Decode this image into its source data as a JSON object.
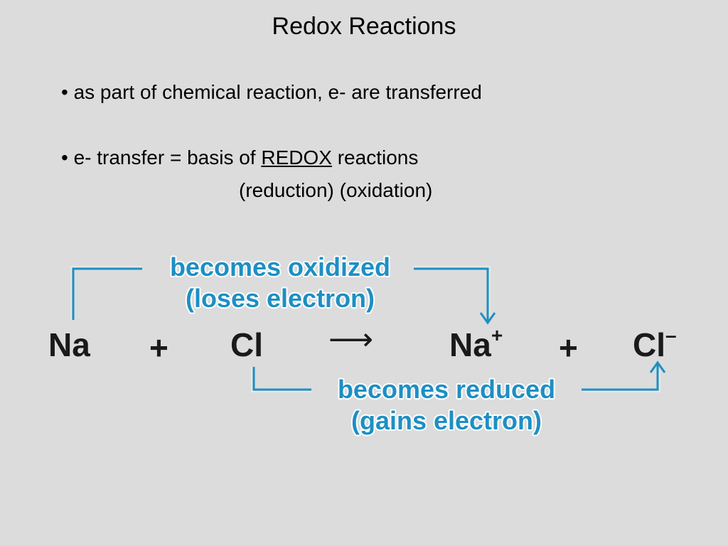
{
  "title": "Redox Reactions",
  "bullets": {
    "b1": "• as part of chemical reaction, e- are transferred",
    "b2_pre": "• e- transfer = basis of ",
    "b2_redox": "REDOX",
    "b2_post": " reactions",
    "sub": "(reduction) (oxidation)"
  },
  "equation": {
    "reactant1": "Na",
    "plus1": "+",
    "reactant2": "Cl",
    "arrow": "⟶",
    "product1": "Na",
    "product1_charge": "+",
    "plus2": "+",
    "product2": "Cl",
    "product2_charge": "–"
  },
  "annotations": {
    "oxidized_line1": "becomes oxidized",
    "oxidized_line2": "(loses electron)",
    "reduced_line1": "becomes reduced",
    "reduced_line2": "(gains electron)"
  },
  "colors": {
    "accent": "#1d8fc4",
    "background": "#dcdcdc"
  }
}
